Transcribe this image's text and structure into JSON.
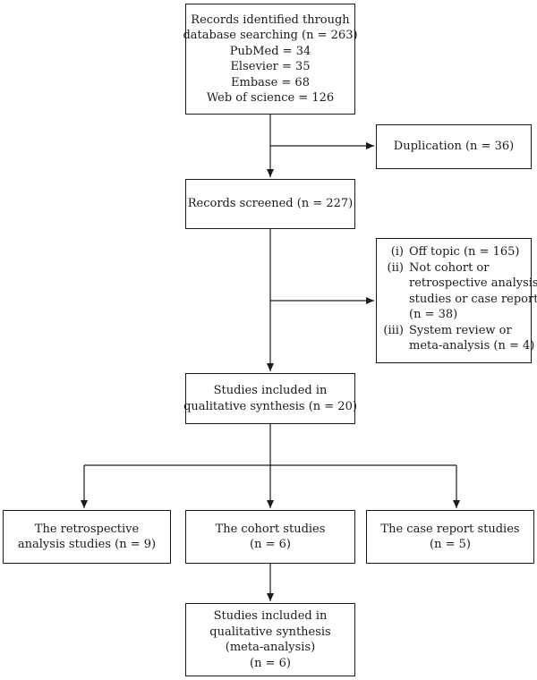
{
  "identified": {
    "lines": [
      "Records identified through",
      "database searching (n = 263)",
      "PubMed = 34",
      "Elsevier = 35",
      "Embase = 68",
      "Web of science = 126"
    ]
  },
  "duplication": {
    "lines": [
      "Duplication (n = 36)"
    ]
  },
  "screened": {
    "lines": [
      "Records screened (n = 227)"
    ]
  },
  "excluded": {
    "items": [
      {
        "num": "(i)",
        "lines": [
          "Off topic (n = 165)"
        ]
      },
      {
        "num": "(ii)",
        "lines": [
          "Not cohort or",
          "retrospective analysis",
          "studies or case report",
          "(n = 38)"
        ]
      },
      {
        "num": "(iii)",
        "lines": [
          "System review or",
          "meta-analysis (n = 4)"
        ]
      }
    ]
  },
  "included": {
    "lines": [
      "Studies included in",
      "qualitative synthesis (n = 20)"
    ]
  },
  "retrospective": {
    "lines": [
      "The retrospective",
      "analysis studies (n = 9)"
    ]
  },
  "cohort": {
    "lines": [
      "The cohort studies",
      "(n = 6)"
    ]
  },
  "case_report": {
    "lines": [
      "The case report studies",
      "(n = 5)"
    ]
  },
  "meta": {
    "lines": [
      "Studies included in",
      "qualitative synthesis",
      "(meta-analysis)",
      "(n = 6)"
    ]
  }
}
